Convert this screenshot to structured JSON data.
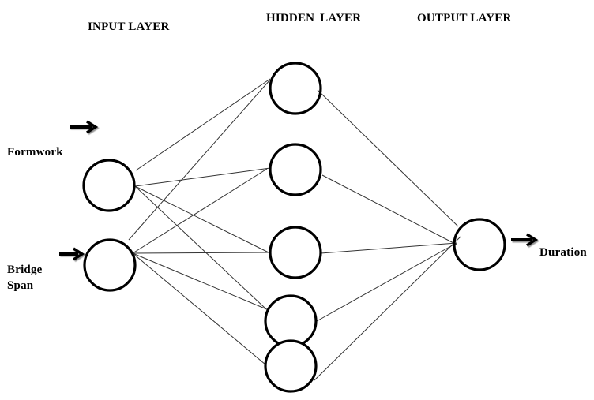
{
  "layers": {
    "input_title": "INPUT LAYER",
    "hidden_title": "HIDDEN LAYER",
    "output_title": "OUTPUT LAYER"
  },
  "inputs": [
    {
      "id": "in1",
      "label": "Formwork"
    },
    {
      "id": "in2",
      "label_line1": "Bridge",
      "label_line2": "Span"
    }
  ],
  "hidden_count": 5,
  "outputs": [
    {
      "id": "out1",
      "label": "Duration"
    }
  ],
  "connections": {
    "input_to_hidden": [
      [
        "in1",
        "h1"
      ],
      [
        "in1",
        "h2"
      ],
      [
        "in1",
        "h3"
      ],
      [
        "in1",
        "h4"
      ],
      [
        "in2",
        "h1"
      ],
      [
        "in2",
        "h2"
      ],
      [
        "in2",
        "h3"
      ],
      [
        "in2",
        "h4"
      ],
      [
        "in2",
        "h5"
      ]
    ],
    "hidden_to_output": [
      [
        "h1",
        "out1"
      ],
      [
        "h2",
        "out1"
      ],
      [
        "h3",
        "out1"
      ],
      [
        "h4",
        "out1"
      ],
      [
        "h5",
        "out1"
      ]
    ]
  },
  "colors": {
    "stroke": "#000000",
    "edge": "#333333",
    "background": "#ffffff"
  }
}
